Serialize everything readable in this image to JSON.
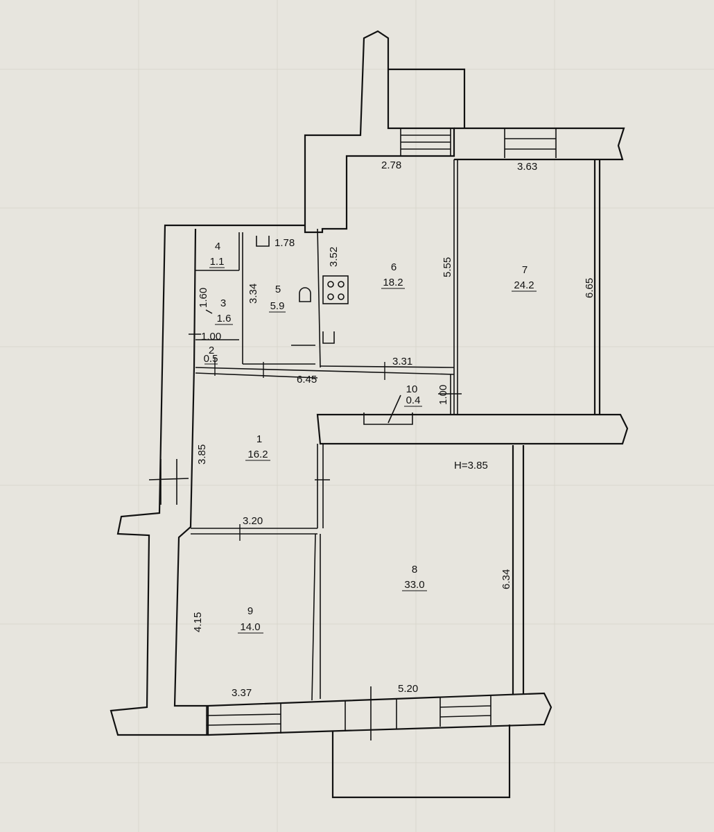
{
  "rooms": [
    {
      "id": "1",
      "number": "1",
      "area": "16.2"
    },
    {
      "id": "2",
      "number": "2",
      "area": "0.5"
    },
    {
      "id": "3",
      "number": "3",
      "area": "1.6"
    },
    {
      "id": "4",
      "number": "4",
      "area": "1.1"
    },
    {
      "id": "5",
      "number": "5",
      "area": "5.9"
    },
    {
      "id": "6",
      "number": "6",
      "area": "18.2"
    },
    {
      "id": "7",
      "number": "7",
      "area": "24.2"
    },
    {
      "id": "8",
      "number": "8",
      "area": "33.0"
    },
    {
      "id": "9",
      "number": "9",
      "area": "14.0"
    },
    {
      "id": "10",
      "number": "10",
      "area": "0.4"
    }
  ],
  "dimensions": {
    "d278": "2.78",
    "d363": "3.63",
    "d178": "1.78",
    "d352": "3.52",
    "d555": "5.55",
    "d665": "6.65",
    "d334": "3.34",
    "d160": "1.60",
    "d100a": "1.00",
    "d331": "3.31",
    "d645": "6.45",
    "d100b": "1.00",
    "d385": "3.85",
    "d320": "3.20",
    "d634": "6.34",
    "d415": "4.15",
    "d337": "3.37",
    "d520": "5.20"
  },
  "ceiling_height": "H=3.85"
}
